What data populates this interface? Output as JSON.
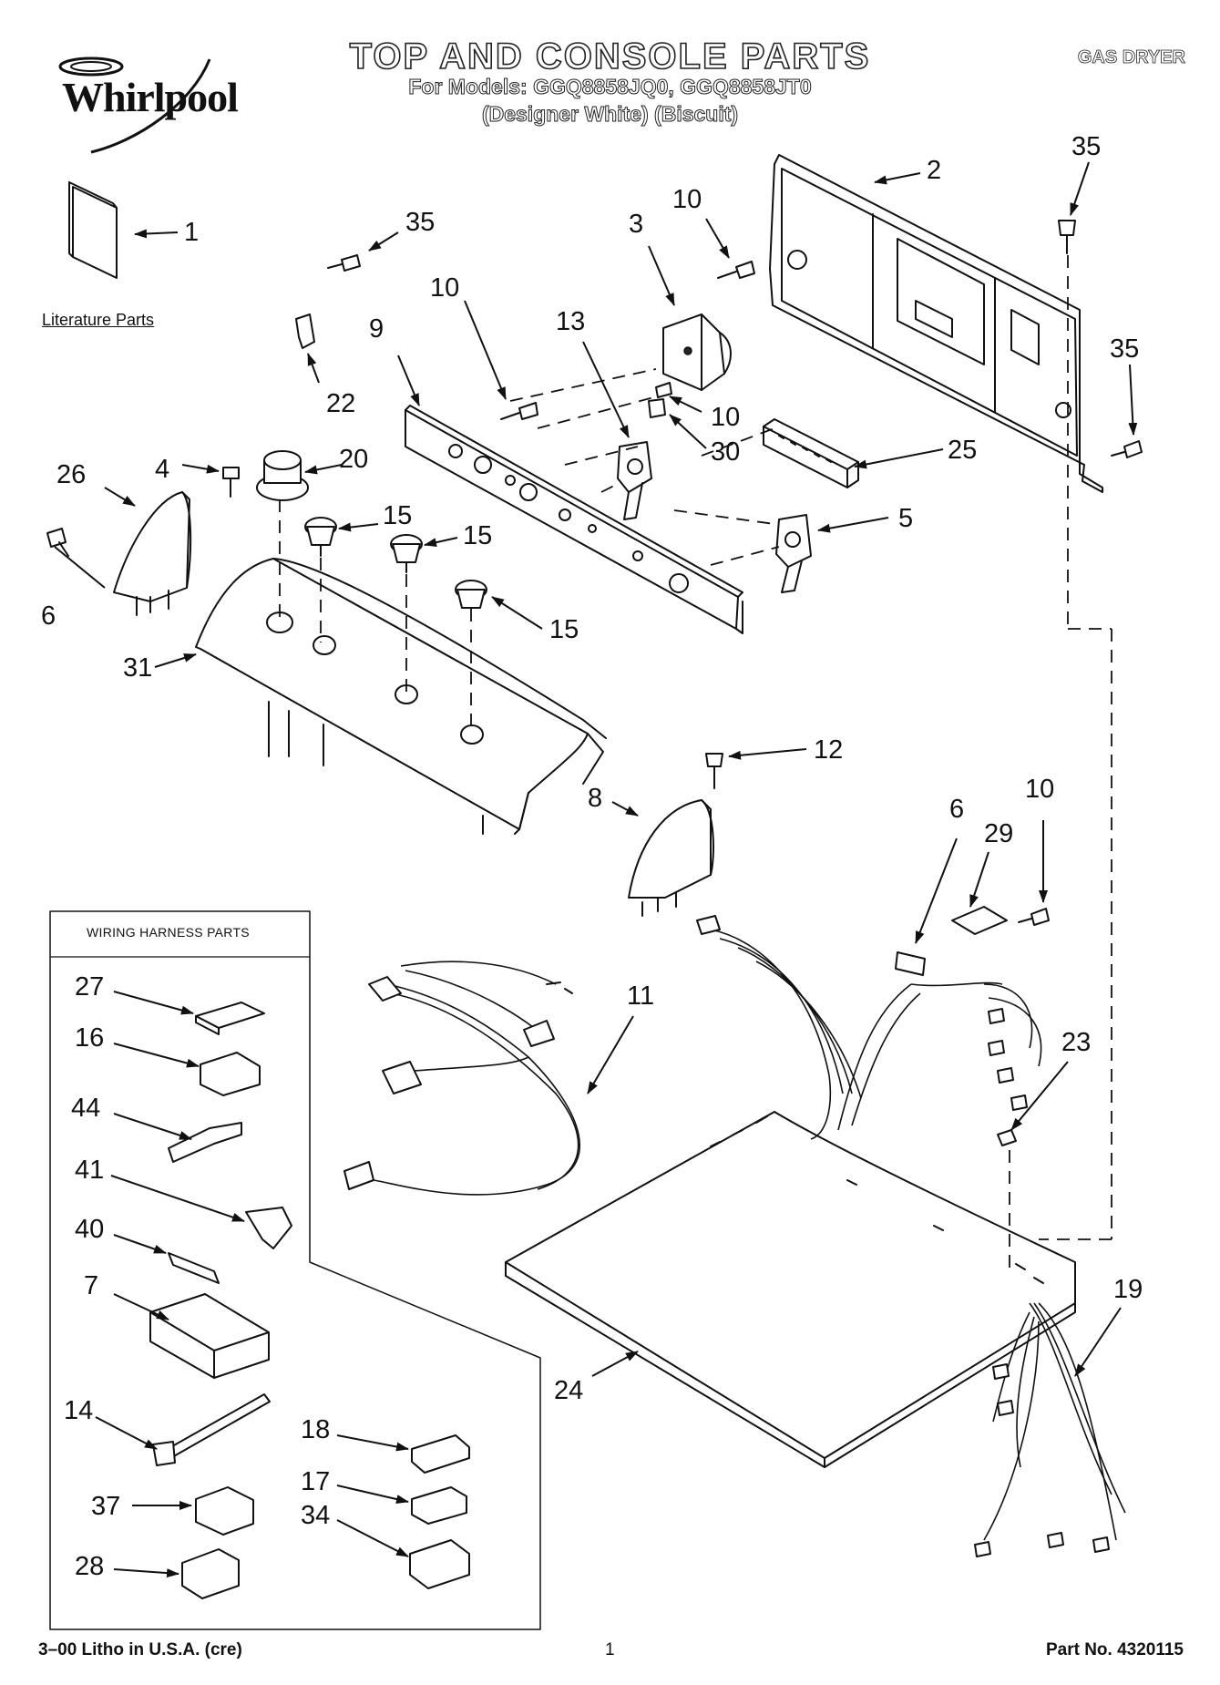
{
  "header": {
    "brand": "Whirlpool",
    "title": "TOP AND CONSOLE PARTS",
    "models_line": "For Models: GGQ8858JQ0, GGQ8858JT0",
    "colors_line": "(Designer White)  (Biscuit)",
    "product_type": "GAS DRYER"
  },
  "literature_label": "Literature Parts",
  "harness_box_title": "WIRING HARNESS PARTS",
  "footer": {
    "left": "3–00 Litho in U.S.A. (cre)",
    "page": "1",
    "right": "Part No. 4320115"
  },
  "callouts": [
    {
      "id": "c1",
      "text": "1"
    },
    {
      "id": "c2",
      "text": "2"
    },
    {
      "id": "c3",
      "text": "3"
    },
    {
      "id": "c4",
      "text": "4"
    },
    {
      "id": "c5",
      "text": "5"
    },
    {
      "id": "c6a",
      "text": "6"
    },
    {
      "id": "c6b",
      "text": "6"
    },
    {
      "id": "c7",
      "text": "7"
    },
    {
      "id": "c8",
      "text": "8"
    },
    {
      "id": "c9",
      "text": "9"
    },
    {
      "id": "c10a",
      "text": "10"
    },
    {
      "id": "c10b",
      "text": "10"
    },
    {
      "id": "c10c",
      "text": "10"
    },
    {
      "id": "c10d",
      "text": "10"
    },
    {
      "id": "c11",
      "text": "11"
    },
    {
      "id": "c12",
      "text": "12"
    },
    {
      "id": "c13",
      "text": "13"
    },
    {
      "id": "c14",
      "text": "14"
    },
    {
      "id": "c15a",
      "text": "15"
    },
    {
      "id": "c15b",
      "text": "15"
    },
    {
      "id": "c15c",
      "text": "15"
    },
    {
      "id": "c16",
      "text": "16"
    },
    {
      "id": "c17",
      "text": "17"
    },
    {
      "id": "c18",
      "text": "18"
    },
    {
      "id": "c19",
      "text": "19"
    },
    {
      "id": "c20",
      "text": "20"
    },
    {
      "id": "c22",
      "text": "22"
    },
    {
      "id": "c23",
      "text": "23"
    },
    {
      "id": "c24",
      "text": "24"
    },
    {
      "id": "c25",
      "text": "25"
    },
    {
      "id": "c26",
      "text": "26"
    },
    {
      "id": "c27",
      "text": "27"
    },
    {
      "id": "c28",
      "text": "28"
    },
    {
      "id": "c29",
      "text": "29"
    },
    {
      "id": "c30",
      "text": "30"
    },
    {
      "id": "c31",
      "text": "31"
    },
    {
      "id": "c34",
      "text": "34"
    },
    {
      "id": "c35a",
      "text": "35"
    },
    {
      "id": "c35b",
      "text": "35"
    },
    {
      "id": "c35c",
      "text": "35"
    },
    {
      "id": "c37",
      "text": "37"
    },
    {
      "id": "c40",
      "text": "40"
    },
    {
      "id": "c41",
      "text": "41"
    },
    {
      "id": "c44",
      "text": "44"
    }
  ]
}
